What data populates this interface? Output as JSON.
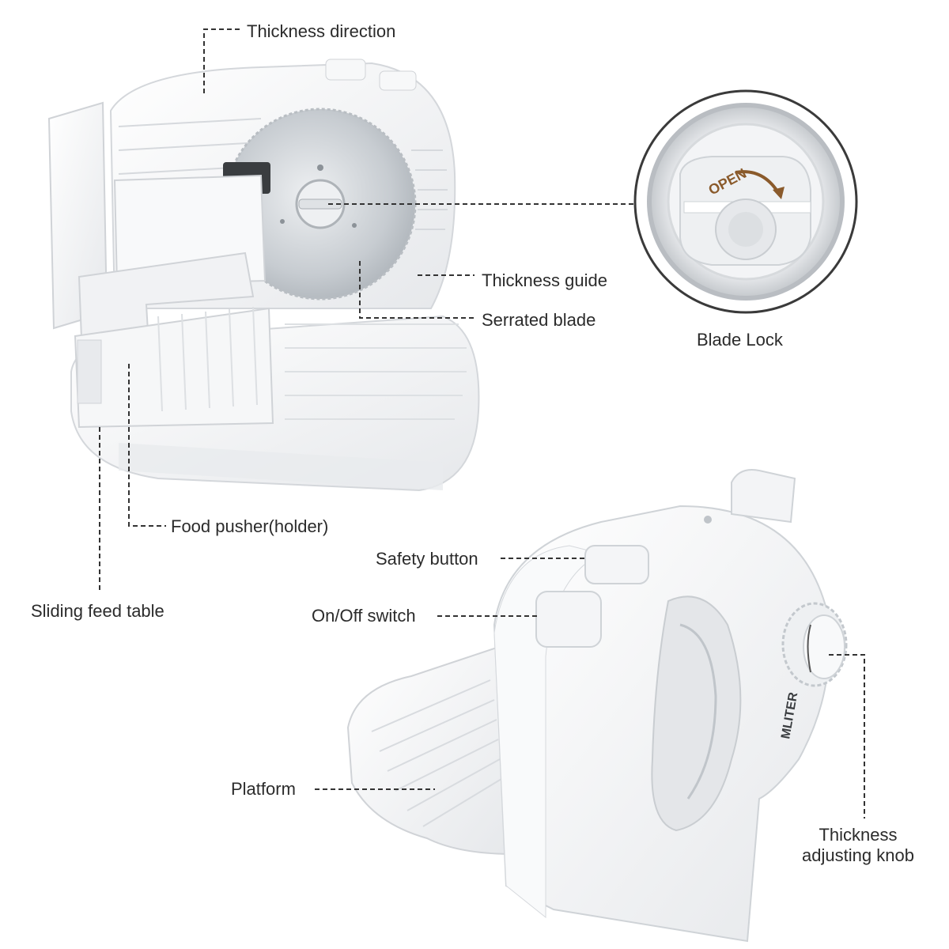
{
  "labels": {
    "thickness_direction": "Thickness direction",
    "thickness_guide": "Thickness guide",
    "serrated_blade": "Serrated blade",
    "blade_lock": "Blade Lock",
    "food_pusher": "Food pusher(holder)",
    "sliding_feed_table": "Sliding feed table",
    "safety_button": "Safety button",
    "on_off_switch": "On/Off switch",
    "platform": "Platform",
    "thickness_knob_line1": "Thickness",
    "thickness_knob_line2": "adjusting knob"
  },
  "product": {
    "brand": "MLITER",
    "lock_word": "OPEN"
  },
  "colors": {
    "body": "#f3f4f6",
    "shadow": "#dcdfe3",
    "blade": "#c9cdd2",
    "leader": "#333333",
    "accent": "#8a5a2b"
  }
}
